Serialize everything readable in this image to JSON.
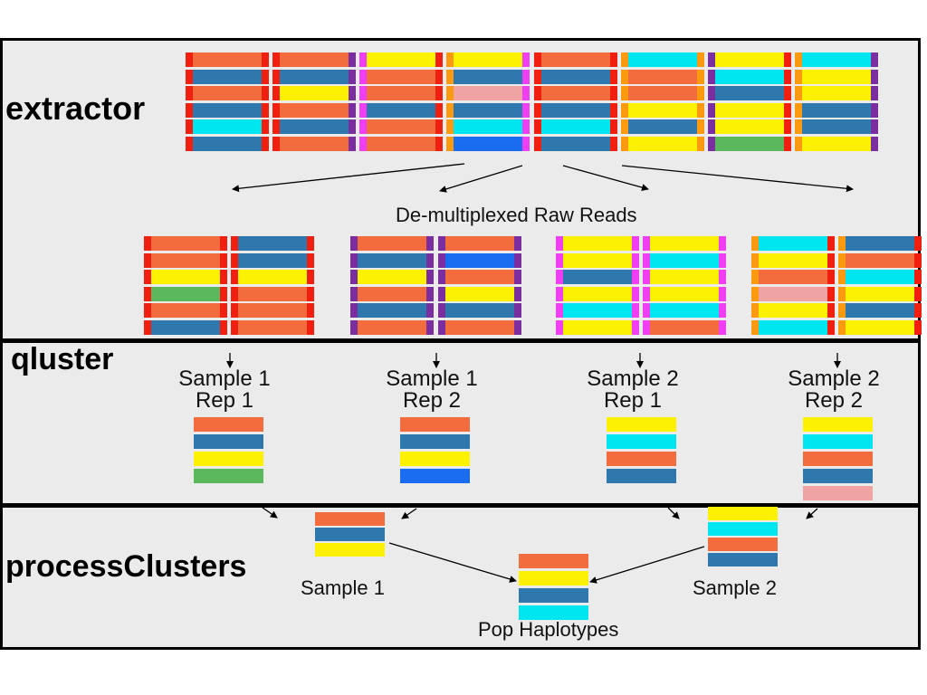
{
  "colors": {
    "orange": "#f26c3d",
    "blue": "#2f78ad",
    "yellow": "#fbf100",
    "cyan": "#00e6f0",
    "green": "#5cb85c",
    "pink": "#f0a3a3",
    "royal": "#1a6cf0",
    "bc_red": "#f01f0f",
    "bc_orange": "#fb9a10",
    "bc_purple": "#7b2ea0",
    "bc_magenta": "#f03ef2"
  },
  "stages": {
    "extractor": {
      "title": "extractor",
      "demux_label": "De-multiplexed Raw Reads"
    },
    "qluster": {
      "title": "qluster",
      "samples": [
        {
          "line1": "Sample 1",
          "line2": "Rep 1",
          "haplotypes": [
            "orange",
            "blue",
            "yellow",
            "green"
          ]
        },
        {
          "line1": "Sample 1",
          "line2": "Rep 2",
          "haplotypes": [
            "orange",
            "blue",
            "yellow",
            "royal"
          ]
        },
        {
          "line1": "Sample 2",
          "line2": "Rep 1",
          "haplotypes": [
            "yellow",
            "cyan",
            "orange",
            "blue"
          ]
        },
        {
          "line1": "Sample 2",
          "line2": "Rep 2",
          "haplotypes": [
            "yellow",
            "cyan",
            "orange",
            "blue",
            "pink"
          ]
        }
      ]
    },
    "processClusters": {
      "title": "processClusters",
      "sample1": {
        "label": "Sample 1",
        "haplotypes": [
          "orange",
          "blue",
          "yellow"
        ]
      },
      "sample2": {
        "label": "Sample 2",
        "haplotypes": [
          "yellow",
          "cyan",
          "orange",
          "blue"
        ]
      },
      "pop": {
        "label": "Pop Haplotypes",
        "haplotypes": [
          "orange",
          "yellow",
          "blue",
          "cyan"
        ]
      }
    }
  },
  "raw_reads": [
    {
      "left": "bc_red",
      "right": "bc_red",
      "reads": [
        "orange",
        "blue",
        "orange",
        "blue",
        "cyan",
        "blue"
      ]
    },
    {
      "left": "bc_red",
      "right": "bc_purple",
      "reads": [
        "orange",
        "blue",
        "yellow",
        "orange",
        "blue",
        "orange"
      ]
    },
    {
      "left": "bc_magenta",
      "right": "bc_red",
      "reads": [
        "yellow",
        "orange",
        "orange",
        "blue",
        "orange",
        "orange"
      ]
    },
    {
      "left": "bc_orange",
      "right": "bc_magenta",
      "reads": [
        "yellow",
        "blue",
        "pink",
        "blue",
        "cyan",
        "royal"
      ]
    },
    {
      "left": "bc_red",
      "right": "bc_red",
      "reads": [
        "orange",
        "blue",
        "orange",
        "blue",
        "cyan",
        "blue"
      ]
    },
    {
      "left": "bc_orange",
      "right": "bc_orange",
      "reads": [
        "cyan",
        "orange",
        "orange",
        "yellow",
        "blue",
        "yellow"
      ]
    },
    {
      "left": "bc_purple",
      "right": "bc_red",
      "reads": [
        "yellow",
        "cyan",
        "blue",
        "yellow",
        "yellow",
        "green"
      ]
    },
    {
      "left": "bc_orange",
      "right": "bc_purple",
      "reads": [
        "cyan",
        "yellow",
        "yellow",
        "blue",
        "blue",
        "yellow"
      ]
    }
  ],
  "demux_groups": [
    {
      "left": "bc_red",
      "right": "bc_red",
      "col1": [
        "orange",
        "orange",
        "yellow",
        "green",
        "orange",
        "blue"
      ],
      "col2": [
        "blue",
        "blue",
        "yellow",
        "orange",
        "orange",
        "orange"
      ]
    },
    {
      "left": "bc_purple",
      "right": "bc_purple",
      "col1": [
        "orange",
        "blue",
        "yellow",
        "orange",
        "blue",
        "orange"
      ],
      "col2": [
        "orange",
        "royal",
        "orange",
        "yellow",
        "blue",
        "orange"
      ]
    },
    {
      "left": "bc_magenta",
      "right": "bc_magenta",
      "col1": [
        "yellow",
        "yellow",
        "blue",
        "yellow",
        "cyan",
        "yellow"
      ],
      "col2": [
        "yellow",
        "cyan",
        "yellow",
        "yellow",
        "cyan",
        "orange"
      ]
    },
    {
      "left": "bc_orange",
      "right": "bc_red",
      "col1": [
        "cyan",
        "yellow",
        "orange",
        "pink",
        "yellow",
        "cyan"
      ],
      "col2": [
        "blue",
        "orange",
        "cyan",
        "yellow",
        "blue",
        "yellow"
      ]
    }
  ]
}
